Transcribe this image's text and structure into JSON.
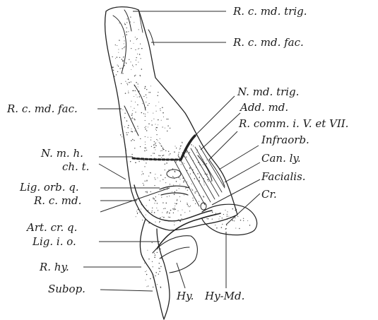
{
  "figure": {
    "labels": {
      "r_c_md_trig": "R. c. md. trig.",
      "r_c_md_fac_top": "R. c. md. fac.",
      "r_c_md_fac_left": "R. c. md. fac.",
      "n_md_trig": "N. md. trig.",
      "add_md": "Add. md.",
      "r_comm": "R. comm. i. V. et VII.",
      "infraorb": "Infraorb.",
      "can_ly": "Can. ly.",
      "facialis": "Facialis.",
      "cr": "Cr.",
      "n_m_h": "N. m. h.",
      "ch_t": "ch. t.",
      "lig_orb_q": "Lig. orb. q.",
      "r_c_md": "R. c. md.",
      "art_cr_q": "Art. cr. q.",
      "lig_i_o": "Lig. i. o.",
      "r_hy": "R. hy.",
      "subop": "Subop.",
      "hy": "Hy.",
      "hy_md": "Hy-Md."
    }
  }
}
